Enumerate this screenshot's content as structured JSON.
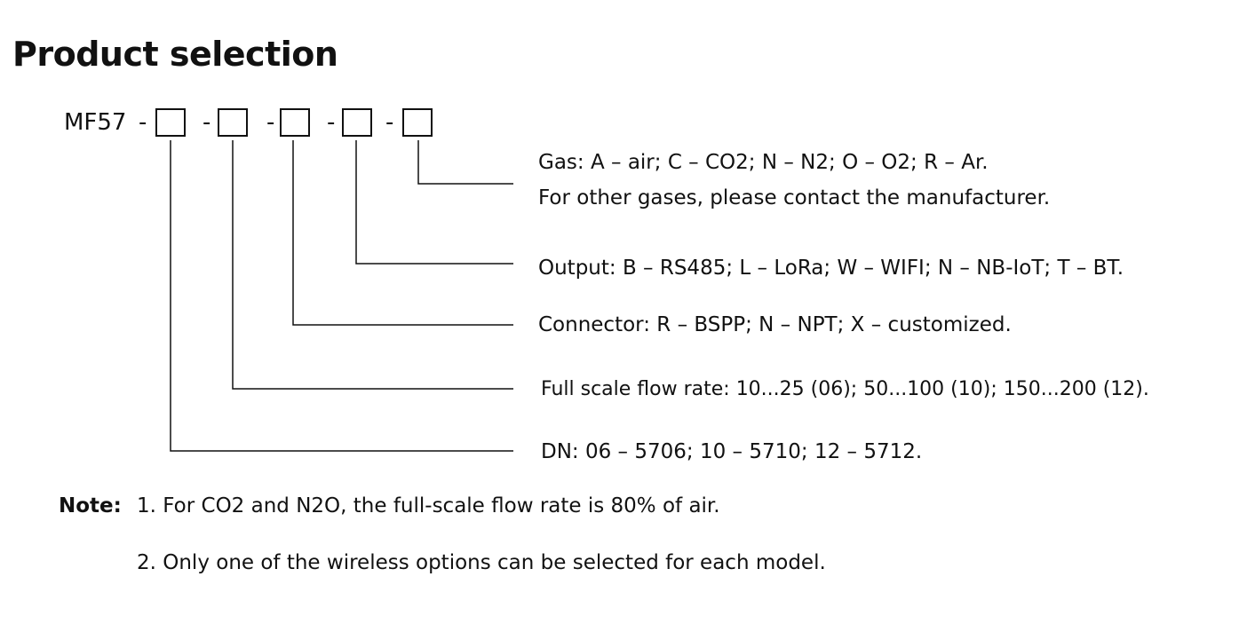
{
  "title": "Product selection",
  "code": {
    "prefix": "MF57",
    "separator": "-"
  },
  "options": {
    "gas_line1": "Gas: A – air; C – CO2; N – N2; O – O2; R – Ar.",
    "gas_line2": "For other gases, please contact the manufacturer.",
    "output": "Output: B – RS485; L – LoRa; W – WIFI; N – NB-IoT; T – BT.",
    "connector": "Connector: R – BSPP; N – NPT; X – customized.",
    "flow_rate": "Full scale flow rate: 10...25 (06); 50...100 (10); 150...200 (12).",
    "dn": "DN: 06 – 5706; 10 – 5710; 12 – 5712."
  },
  "notes": {
    "label": "Note:",
    "items": [
      "1. For CO2 and N2O, the full-scale flow rate is 80% of air.",
      "2. Only one of the wireless options can be selected for each model."
    ]
  }
}
